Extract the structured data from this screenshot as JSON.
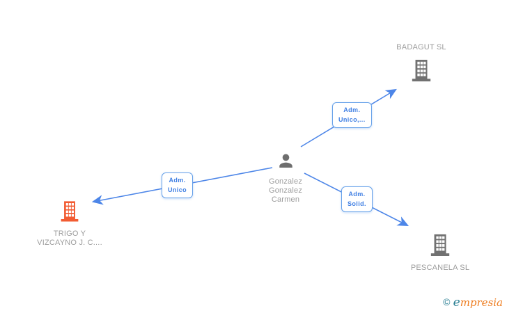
{
  "person": {
    "name": "Gonzalez Gonzalez Carmen"
  },
  "companies": {
    "badagut": {
      "label": "BADAGUT SL"
    },
    "trigo": {
      "label": "TRIGO Y VIZCAYNO J. C...."
    },
    "pescanela": {
      "label": "PESCANELA SL"
    }
  },
  "edges": {
    "to_badagut": {
      "label": "Adm.\nUnico,..."
    },
    "to_trigo": {
      "label": "Adm.\nUnico"
    },
    "to_pescanela": {
      "label": "Adm.\nSolid."
    }
  },
  "footer": {
    "copyright": "©",
    "brand_first": "e",
    "brand_rest": "mpresia"
  },
  "icons": {
    "person": "person-silhouette-icon",
    "company_gray": "building-icon",
    "company_highlight": "building-icon-orange"
  },
  "colors": {
    "edge_blue": "#4d86e8",
    "edge_label_border": "#66a1e9",
    "edge_label_text": "#3f7fe3",
    "icon_gray": "#717171",
    "icon_orange": "#f25c33",
    "node_text_gray": "#9c9c9c",
    "brand_teal": "#2a7f93",
    "brand_orange": "#ee7c1e"
  }
}
